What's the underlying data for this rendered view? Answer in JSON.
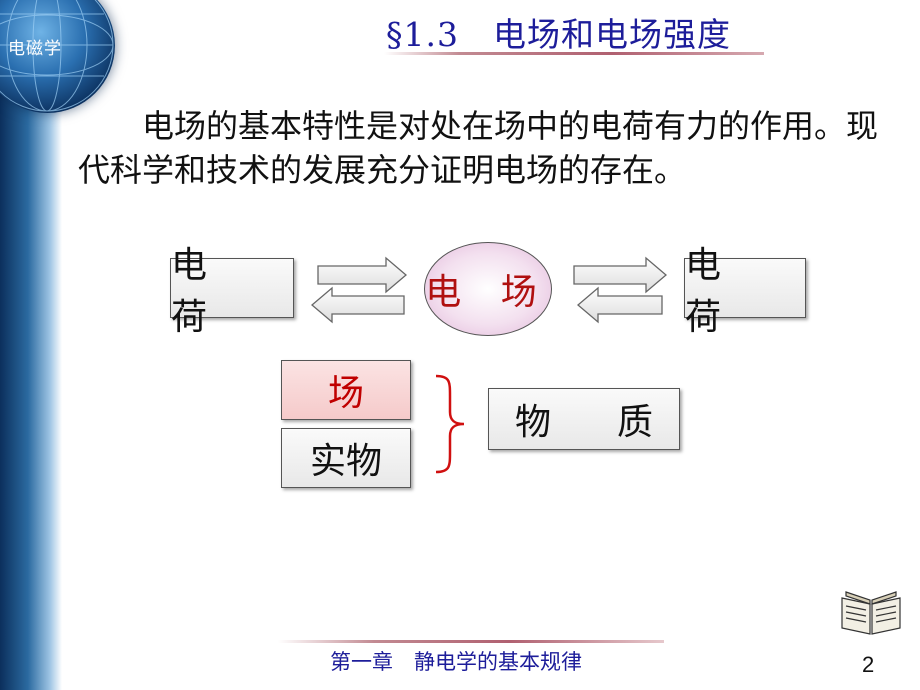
{
  "header": {
    "course_title": "电磁学",
    "section_title": "§1.3　电场和电场强度"
  },
  "body": {
    "paragraph": "电场的基本特性是对处在场中的电荷有力的作用。现代科学和技术的发展充分证明电场的存在。"
  },
  "diagram": {
    "left_box": "电 荷",
    "center": "电 场",
    "right_box": "电 荷",
    "field_label": "场",
    "matter_label": "实物",
    "substance_label_1": "物",
    "substance_label_2": "质"
  },
  "footer": {
    "chapter": "第一章　静电学的基本规律",
    "page_number": "2"
  },
  "colors": {
    "title_blue": "#1d1d9a",
    "field_red": "#b01010",
    "brace_red": "#d01010"
  },
  "icons": [
    "globe-icon",
    "book-icon",
    "double-arrow-icon"
  ]
}
